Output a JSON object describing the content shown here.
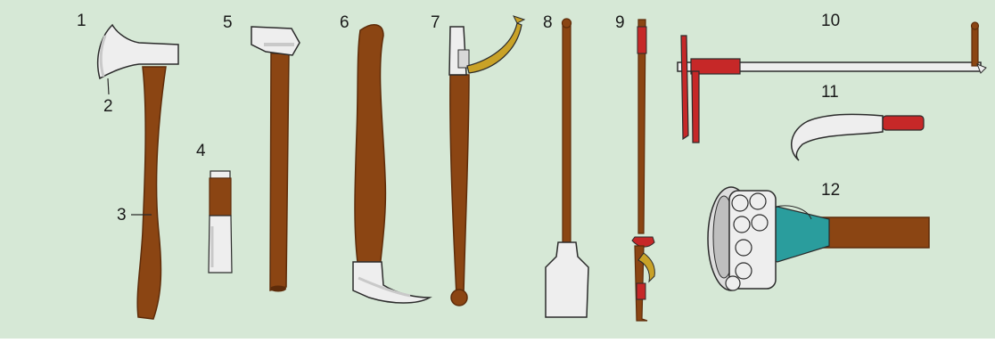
{
  "colors": {
    "background": "#d6e8d6",
    "wood": "#8b4513",
    "wood_dark": "#5e2c0a",
    "metal": "#eeeeee",
    "metal_shade": "#c9c9c9",
    "outline": "#2b2b2b",
    "red": "#c62828",
    "gold": "#c9a227",
    "teal": "#2a9d9d"
  },
  "labels": {
    "l1": "1",
    "l2": "2",
    "l3": "3",
    "l4": "4",
    "l5": "5",
    "l6": "6",
    "l7": "7",
    "l8": "8",
    "l9": "9",
    "l10": "10",
    "l11": "11",
    "l12": "12"
  },
  "tools": [
    {
      "number": "1",
      "icon": "felling-axe-icon"
    },
    {
      "number": "4",
      "icon": "chisel-icon"
    },
    {
      "number": "5",
      "icon": "splitting-maul-icon"
    },
    {
      "number": "6",
      "icon": "pickaroon-icon"
    },
    {
      "number": "7",
      "icon": "cant-hook-icon"
    },
    {
      "number": "8",
      "icon": "bark-spud-icon"
    },
    {
      "number": "9",
      "icon": "log-hook-pole-icon"
    },
    {
      "number": "10",
      "icon": "timber-caliper-icon"
    },
    {
      "number": "11",
      "icon": "billhook-icon"
    },
    {
      "number": "12",
      "icon": "numbering-hammer-icon"
    }
  ]
}
